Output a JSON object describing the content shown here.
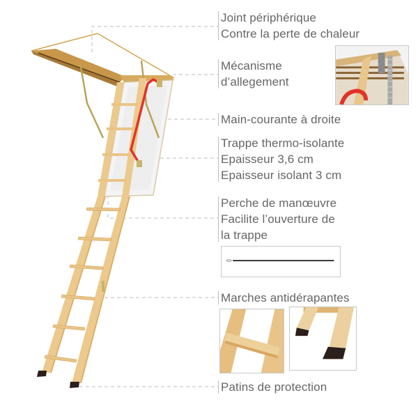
{
  "diagram": {
    "subject": "attic-folding-ladder",
    "colors": {
      "text": "#666666",
      "leader_line": "#bdbdbd",
      "wood": "#e8c98a",
      "wood_dark": "#c9974a",
      "handrail": "#e0342a",
      "feet": "#2a1f1a",
      "thumb_border": "#c8c8c8"
    },
    "features": [
      {
        "id": "seal",
        "lines": [
          "Joint périphérique",
          "Contre la perte de chaleur"
        ]
      },
      {
        "id": "mechanism",
        "lines": [
          "Mécanisme",
          "d’allegement"
        ],
        "thumbnail": "spring-mechanism-photo"
      },
      {
        "id": "handrail",
        "lines": [
          "Main-courante à droite"
        ]
      },
      {
        "id": "hatch",
        "lines": [
          "Trappe thermo-isolante",
          "Epaisseur 3,6 cm",
          "Epaisseur isolant 3 cm"
        ]
      },
      {
        "id": "pole",
        "lines": [
          "Perche de manœuvre",
          "Facilite l’ouverture de",
          "la trappe"
        ],
        "thumbnail": "operating-pole-photo"
      },
      {
        "id": "steps",
        "lines": [
          "Marches antidérapantes"
        ],
        "thumbnails": [
          "step-closeup-photo",
          "feet-closeup-photo"
        ]
      },
      {
        "id": "feet",
        "lines": [
          "Patins de protection"
        ]
      }
    ]
  }
}
